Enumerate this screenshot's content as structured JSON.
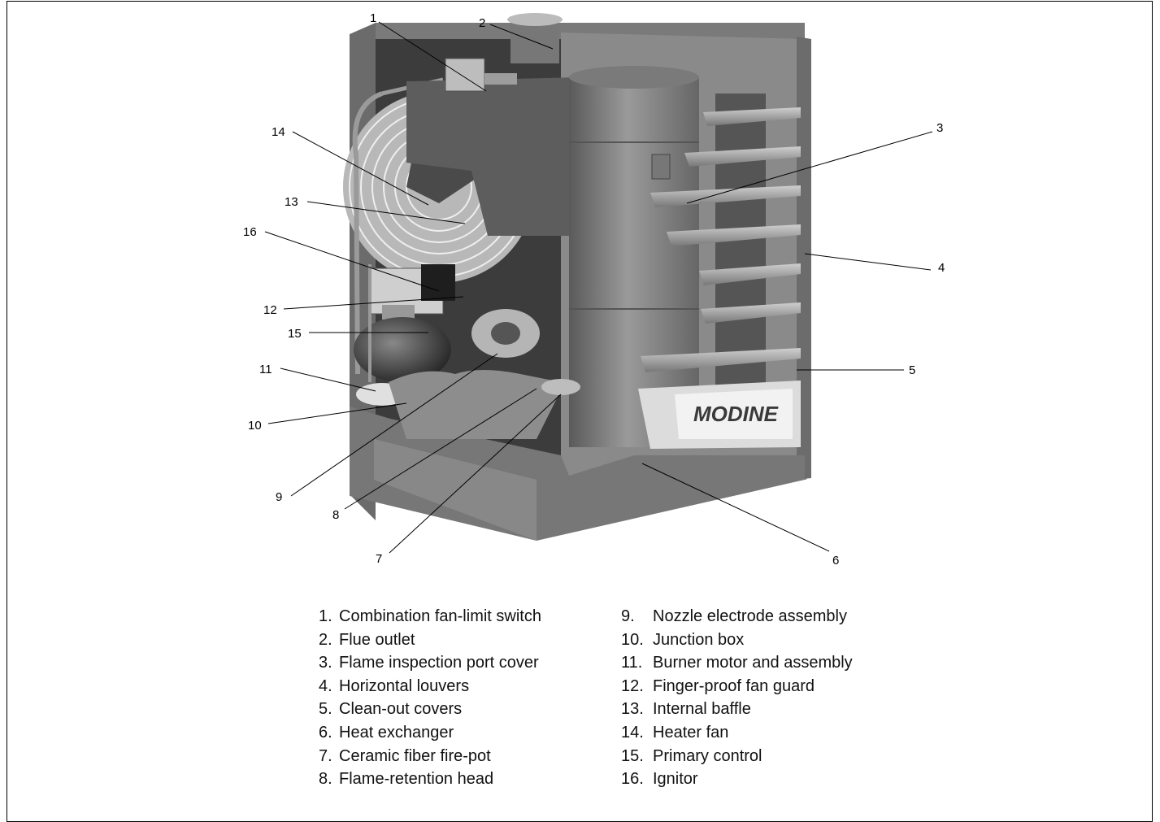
{
  "brand": {
    "logo_text": "MODINE"
  },
  "callouts": [
    "1",
    "2",
    "3",
    "4",
    "5",
    "6",
    "7",
    "8",
    "9",
    "10",
    "11",
    "12",
    "13",
    "14",
    "15",
    "16"
  ],
  "legend": {
    "column1": [
      {
        "num": "1.",
        "label": "Combination fan-limit switch"
      },
      {
        "num": "2.",
        "label": "Flue outlet"
      },
      {
        "num": "3.",
        "label": "Flame inspection port cover"
      },
      {
        "num": "4.",
        "label": "Horizontal louvers"
      },
      {
        "num": "5.",
        "label": "Clean-out covers"
      },
      {
        "num": "6.",
        "label": "Heat exchanger"
      },
      {
        "num": "7.",
        "label": "Ceramic fiber fire-pot"
      },
      {
        "num": "8.",
        "label": "Flame-retention head"
      }
    ],
    "column2": [
      {
        "num": "9.",
        "label": "Nozzle electrode assembly"
      },
      {
        "num": "10.",
        "label": "Junction box"
      },
      {
        "num": "11.",
        "label": "Burner motor and assembly"
      },
      {
        "num": "12.",
        "label": "Finger-proof fan guard"
      },
      {
        "num": "13.",
        "label": "Internal baffle"
      },
      {
        "num": "14.",
        "label": "Heater fan"
      },
      {
        "num": "15.",
        "label": "Primary control"
      },
      {
        "num": "16.",
        "label": "Ignitor"
      }
    ]
  }
}
